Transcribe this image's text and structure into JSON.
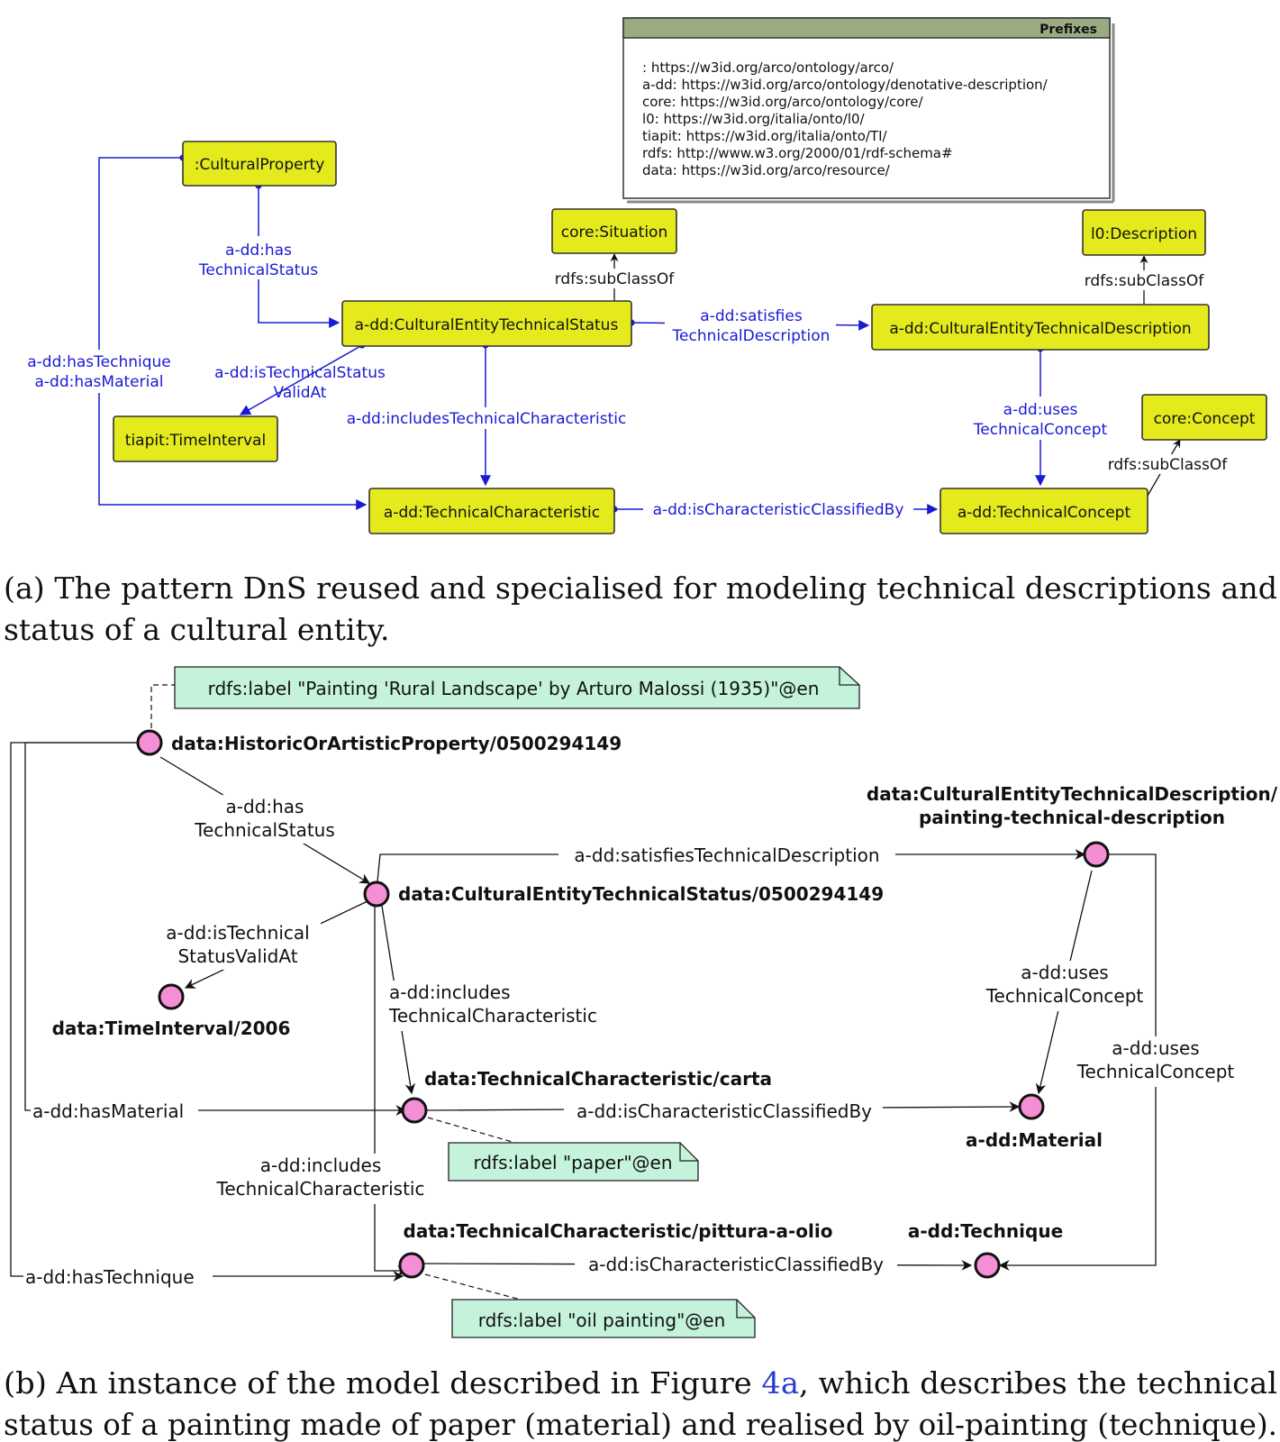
{
  "prefixes": {
    "title": "Prefixes",
    "lines": [
      ":  https://w3id.org/arco/ontology/arco/",
      "a-dd: https://w3id.org/arco/ontology/denotative-description/",
      "core: https://w3id.org/arco/ontology/core/",
      "l0: https://w3id.org/italia/onto/l0/",
      "tiapit: https://w3id.org/italia/onto/TI/",
      "rdfs: http://www.w3.org/2000/01/rdf-schema#",
      "data: https://w3id.org/arco/resource/"
    ]
  },
  "part_a": {
    "classes": {
      "cultural_property": ":CulturalProperty",
      "core_situation": "core:Situation",
      "l0_description": "l0:Description",
      "technical_status": "a-dd:CulturalEntityTechnicalStatus",
      "technical_description": "a-dd:CulturalEntityTechnicalDescription",
      "time_interval": "tiapit:TimeInterval",
      "core_concept": "core:Concept",
      "technical_characteristic": "a-dd:TechnicalCharacteristic",
      "technical_concept": "a-dd:TechnicalConcept"
    },
    "edges": {
      "has_technical_status": [
        "a-dd:has",
        "TechnicalStatus"
      ],
      "has_technique_material": [
        "a-dd:hasTechnique",
        "a-dd:hasMaterial"
      ],
      "is_technical_status_valid_at": [
        "a-dd:isTechnicalStatus",
        "ValidAt"
      ],
      "includes_technical_characteristic": "a-dd:includesTechnicalCharacteristic",
      "satisfies_technical_description": [
        "a-dd:satisfies",
        "TechnicalDescription"
      ],
      "uses_technical_concept": [
        "a-dd:uses",
        "TechnicalConcept"
      ],
      "is_characteristic_classified_by": "a-dd:isCharacteristicClassifiedBy",
      "subclass_situation": "rdfs:subClassOf",
      "subclass_description": "rdfs:subClassOf",
      "subclass_concept": "rdfs:subClassOf"
    }
  },
  "caption_a": {
    "line1": "(a) The pattern DnS reused and specialised for modeling technical descriptions and",
    "line2": "status of a cultural entity."
  },
  "part_b": {
    "notes": {
      "painting": "rdfs:label \"Painting 'Rural Landscape' by Arturo Malossi (1935)\"@en",
      "paper": "rdfs:label \"paper\"@en",
      "oil": "rdfs:label \"oil painting\"@en"
    },
    "nodes": {
      "property": "data:HistoricOrArtisticProperty/0500294149",
      "status": "data:CulturalEntityTechnicalStatus/0500294149",
      "description_l1": "data:CulturalEntityTechnicalDescription/",
      "description_l2": "painting-technical-description",
      "time": "data:TimeInterval/2006",
      "carta": "data:TechnicalCharacteristic/carta",
      "material": "a-dd:Material",
      "pittura": "data:TechnicalCharacteristic/pittura-a-olio",
      "technique": "a-dd:Technique"
    },
    "edges": {
      "has_technical_status": [
        "a-dd:has",
        "TechnicalStatus"
      ],
      "satisfies": "a-dd:satisfiesTechnicalDescription",
      "valid_at": [
        "a-dd:isTechnical",
        "StatusValidAt"
      ],
      "includes_1": [
        "a-dd:includes",
        "TechnicalCharacteristic"
      ],
      "uses_1": [
        "a-dd:uses",
        "TechnicalConcept"
      ],
      "uses_2": [
        "a-dd:uses",
        "TechnicalConcept"
      ],
      "has_material": "a-dd:hasMaterial",
      "classified_1": "a-dd:isCharacteristicClassifiedBy",
      "includes_2": [
        "a-dd:includes",
        "TechnicalCharacteristic"
      ],
      "has_technique": "a-dd:hasTechnique",
      "classified_2": "a-dd:isCharacteristicClassifiedBy"
    }
  },
  "caption_b": {
    "line1_pre": "(b) An instance of the model described in Figure ",
    "line1_ref": "4a",
    "line1_post": ", which describes the technical",
    "line2": "status of a painting made of paper (material) and realised by oil-painting (technique)."
  },
  "colors": {
    "class_fill": "#e4ea1c",
    "relation_blue": "#1a1ad4",
    "instance_fill": "#f48fd6",
    "note_fill": "#c4f2da",
    "prefix_header": "#9aab82"
  }
}
